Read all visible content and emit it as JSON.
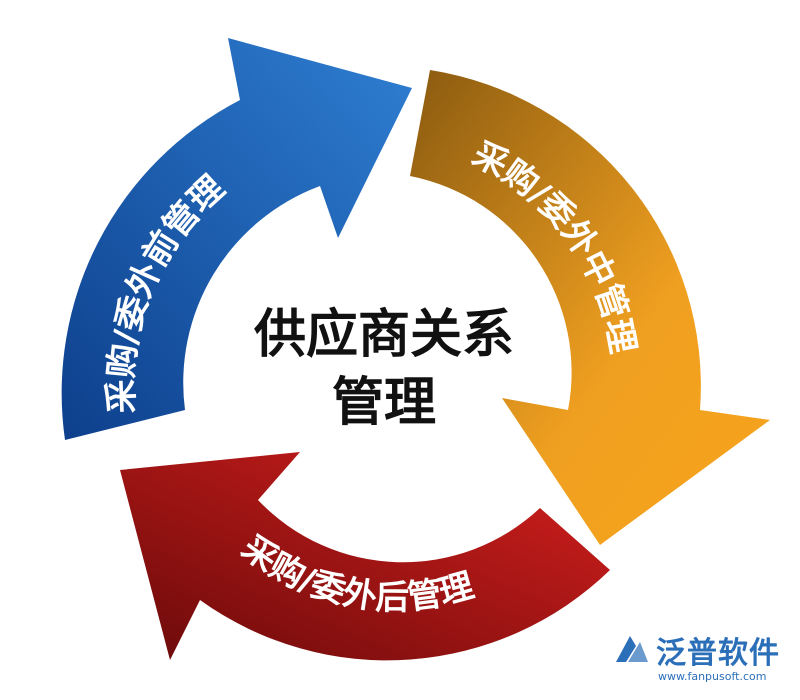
{
  "diagram": {
    "center": {
      "line1": "供应商关系",
      "line2": "管理"
    },
    "arrows": [
      {
        "label": "采购/委外前管理",
        "color_dark": "#0d3f8c",
        "color_light": "#2f7fd3"
      },
      {
        "label": "采购/委外中管理",
        "color_dark": "#8a5a10",
        "color_light": "#f7a41c"
      },
      {
        "label": "采购/委外后管理",
        "color_dark": "#6a0a0a",
        "color_light": "#d6201e"
      }
    ]
  },
  "logo": {
    "name": "泛普软件",
    "url": "www.fanpusoft.com",
    "color": "#2c6fb9",
    "icon": "fanpu-logo-icon"
  }
}
